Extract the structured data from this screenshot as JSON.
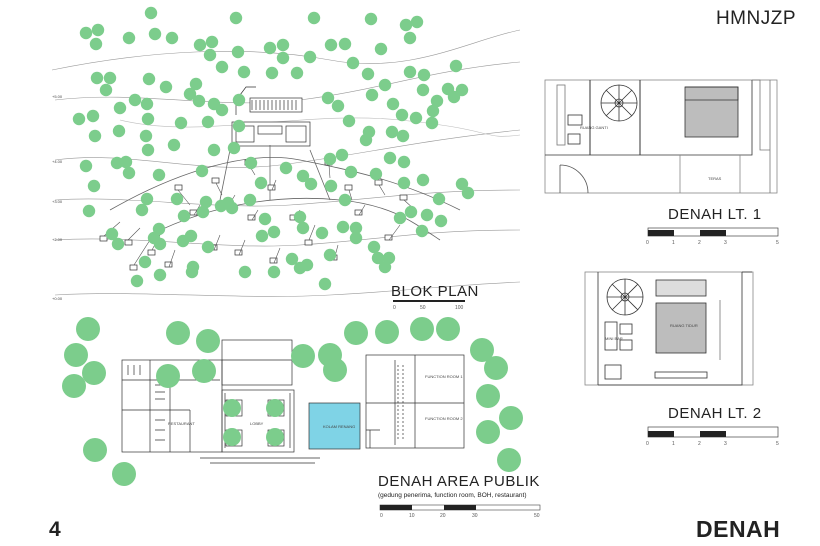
{
  "sheet": {
    "code": "HMNJZP",
    "page_number": "4",
    "sheet_label": "DENAH"
  },
  "blok_plan": {
    "title": "BLOK PLAN"
  },
  "denah_lt1": {
    "title": "DENAH LT. 1",
    "room_labels": [
      "RUANG GANTI",
      "TERAS"
    ],
    "scale_ticks": [
      "0",
      "1",
      "2",
      "3",
      "5"
    ]
  },
  "denah_lt2": {
    "title": "DENAH LT. 2",
    "room_labels": [
      "RUANG TIDUR",
      "MINI BAR"
    ],
    "scale_ticks": [
      "0",
      "1",
      "2",
      "3",
      "5"
    ]
  },
  "denah_area_publik": {
    "title": "DENAH AREA PUBLIK",
    "subtitle": "(gedung penerima, function room, BOH, restaurant)",
    "room_labels": [
      "RESTAURANT",
      "KOLAM RENANG",
      "LOBBY",
      "FUNCTION ROOM 1",
      "FUNCTION ROOM 2"
    ],
    "scale_ticks": [
      "0",
      "10",
      "20",
      "30",
      "50"
    ]
  },
  "colors": {
    "tree": "#7ccd8c",
    "pool": "#7fd3e6",
    "bed": "#bdbdbd",
    "line": "#333333"
  }
}
